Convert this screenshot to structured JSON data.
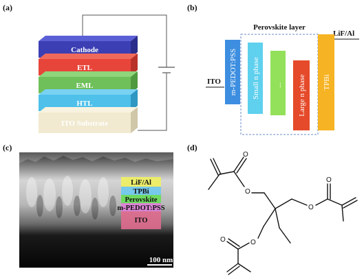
{
  "panels": {
    "a": {
      "label": "(a)",
      "layers": [
        {
          "name": "Cathode",
          "face": "#3b3fb3",
          "top": "#5b5fd6",
          "side": "#2a2d8a",
          "text_color": "#ffffff"
        },
        {
          "name": "ETL",
          "face": "#e8453a",
          "top": "#f06a5c",
          "side": "#b8322a",
          "text_color": "#ffffff"
        },
        {
          "name": "EML",
          "face": "#6fbf5a",
          "top": "#8fd57a",
          "side": "#4f9a3f",
          "text_color": "#ffffff"
        },
        {
          "name": "HTL",
          "face": "#4ec0ea",
          "top": "#79d2f2",
          "side": "#2f97c2",
          "text_color": "#ffffff"
        },
        {
          "name": "ITO Substrate",
          "face": "#f1ead0",
          "top": "#f8f3e0",
          "side": "#cfc7a8",
          "text_color": "#111111"
        }
      ]
    },
    "b": {
      "label": "(b)",
      "box_title": "Perovskite layer",
      "ito_label": "ITO",
      "lif_label": "LiF/Al",
      "bars": [
        {
          "label": "m-PEDOT:PSS",
          "color": "#3d8ee0"
        },
        {
          "label": "Small n phase",
          "color": "#5fd0ee"
        },
        {
          "label": "...",
          "color": "#93e05a"
        },
        {
          "label": "Large n phase",
          "color": "#e54a2a"
        },
        {
          "label": "TPBi",
          "color": "#f6b323"
        }
      ]
    },
    "c": {
      "label": "(c)",
      "overlays": [
        {
          "label": "LiF/Al",
          "color": "#f0f060"
        },
        {
          "label": "TPBi",
          "color": "#6ec9ee"
        },
        {
          "label": "Perovskite",
          "color": "#66dd55"
        },
        {
          "label": "m-PEDOT:PSS",
          "color": "#e07fd8"
        },
        {
          "label": "ITO",
          "color": "#e06b8f"
        }
      ],
      "scale_bar": "100 nm"
    },
    "d": {
      "label": "(d)",
      "atoms": [
        "O",
        "O",
        "O",
        "O",
        "O",
        "O"
      ]
    }
  }
}
